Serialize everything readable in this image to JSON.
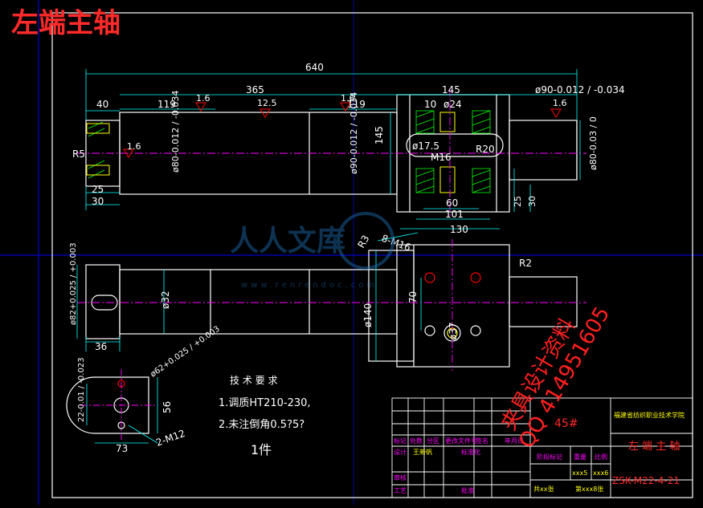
{
  "title": "左端主轴",
  "colors": {
    "background": "#000000",
    "outline": "#ffffff",
    "dimension": "#00ffff",
    "centerline": "#ff00ff",
    "hatch": "#00ff00",
    "roughness": "#ff0000",
    "frame": "#0000ff",
    "title_text": "#ff2a2a",
    "table_lines": "#ffffff",
    "table_labels": "#ff00ff",
    "table_values": "#ffff00"
  },
  "dimensions": {
    "overall_length": "640",
    "d365": "365",
    "d145": "145",
    "d90": "ø90-0.012 / -0.034",
    "d40": "40",
    "d119a": "119",
    "d119b": "119",
    "d10": "10",
    "d24": "ø24",
    "d17_5": "ø17.5",
    "m16": "M16",
    "r20": "R20",
    "d60": "60",
    "d101": "101",
    "d130": "130",
    "d25a": "25",
    "d30a": "30",
    "d25b": "25",
    "d30b": "30",
    "d145v": "145",
    "r5": "R5",
    "r3": "R3",
    "r2": "R2",
    "m8": "8-M16",
    "d36": "36",
    "d32": "ø32",
    "d140": "ø140",
    "d70": "70",
    "d37": "ø37",
    "d56": "56",
    "d73": "73",
    "m12": "2-M12",
    "d82": "ø82+0.025 / +0.003",
    "d80a": "ø80-0.012 / -0.034",
    "d80b": "ø80-0.03 / 0",
    "d22": "22-0.01 / -0.023",
    "d62": "ø62+0.025 / +0.003"
  },
  "roughness_marks": [
    "1.6",
    "12.5",
    "1.6",
    "1.6",
    "1.6"
  ],
  "tech_requirements": {
    "heading": "技 术 要 求",
    "item1": "1.调质HT210-230,",
    "item2": "2.未注倒角0.5?5?",
    "qty": "1件"
  },
  "title_block": {
    "material": "45#",
    "company": "福建省纺织职业技术学院",
    "part_name": "左 端 主 轴",
    "drawing_no": "ZSK-M22-4-21",
    "labels": [
      "标记",
      "处数",
      "分区",
      "更改文件号",
      "签名",
      "年月日"
    ],
    "row_labels": [
      "设计",
      "审核",
      "工艺"
    ],
    "designer": "王新帆",
    "standardize": "标准化",
    "approve": "批准",
    "stage_mark": "阶段标记",
    "weight": "重量",
    "scale": "比例",
    "weight_val": "xxx5",
    "scale_val": "xxx6",
    "sheets": "共xx张",
    "sheet": "第xxx8张"
  },
  "watermark": {
    "text1": "人人文库",
    "url": "www.renrendoc.com",
    "red_line1": "夹具设计资料",
    "red_line2": "QQ 414951605"
  }
}
